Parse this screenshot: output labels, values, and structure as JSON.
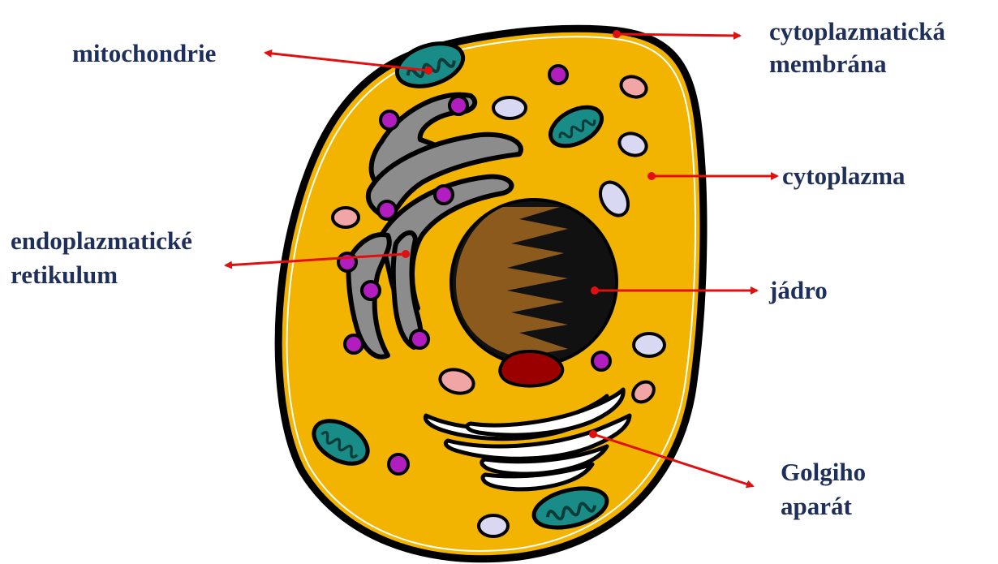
{
  "labels": {
    "mitochondria": "mitochondrie",
    "membrane_line1": "cytoplazmatická",
    "membrane_line2": "membrána",
    "cytoplasm": "cytoplazma",
    "er_line1": "endoplazmatické",
    "er_line2": "retikulum",
    "nucleus": "jádro",
    "golgi_line1": "Golgiho",
    "golgi_line2": "aparát"
  },
  "colors": {
    "label_text": "#1f2f5c",
    "arrow": "#e01010",
    "cytoplasm": "#f2b400",
    "membrane": "#000000",
    "mitochondria": "#1a8c87",
    "ribosome": "#b21dbf",
    "vesicle_lilac": "#d8d8f2",
    "vesicle_pink": "#f2a5a5",
    "er": "#8c8c8c",
    "nucleus": "#111111",
    "chromatin": "#8b5a1c",
    "nucleolus": "#9b0000"
  }
}
